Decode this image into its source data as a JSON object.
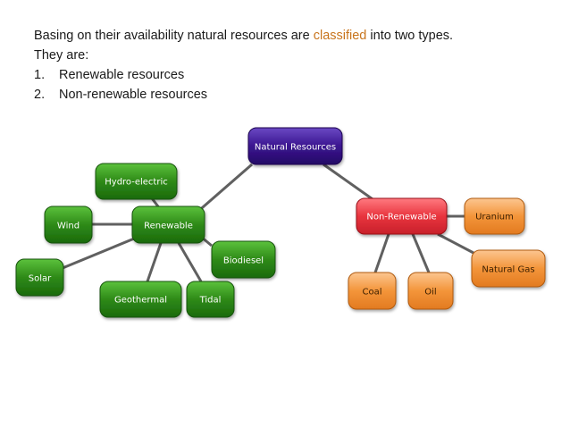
{
  "intro": {
    "line1_before": "Basing on their availability natural resources are ",
    "line1_highlight": "classified",
    "line1_after": " into two types.",
    "line2": "They are:",
    "items": [
      {
        "num": "1.",
        "text": "Renewable resources"
      },
      {
        "num": "2.",
        "text": "Non-renewable resources"
      }
    ],
    "highlight_color": "#c8741c"
  },
  "diagram": {
    "colors": {
      "root": "#3b1590",
      "renewable": "#2e8a18",
      "nonrenewable": "#e8343e",
      "nonrenewable_leaf": "#f3953a"
    },
    "nodes": {
      "root": "Natural Resources",
      "renewable": "Renewable",
      "hydro": "Hydro-electric",
      "wind": "Wind",
      "solar": "Solar",
      "geothermal": "Geothermal",
      "tidal": "Tidal",
      "biodiesel": "Biodiesel",
      "nonrenewable": "Non-Renewable",
      "uranium": "Uranium",
      "natural_gas": "Natural Gas",
      "coal": "Coal",
      "oil": "Oil"
    }
  }
}
